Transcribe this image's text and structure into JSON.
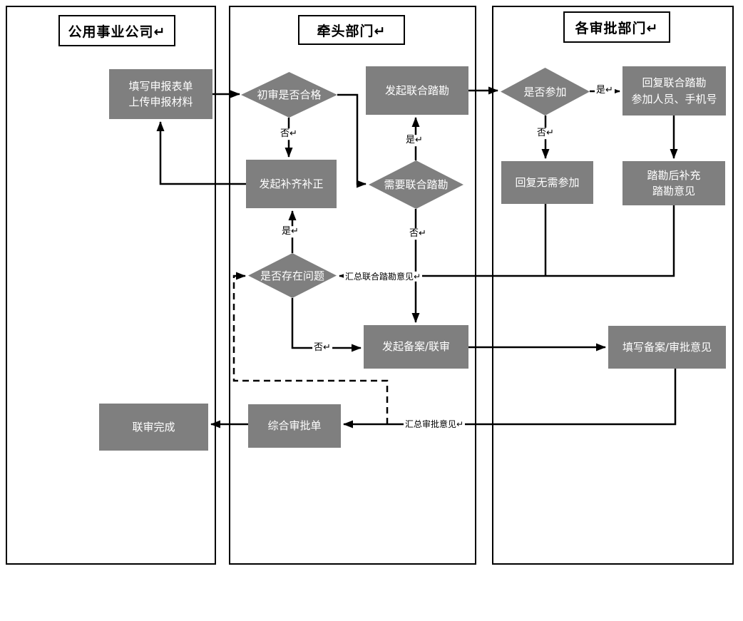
{
  "lanes": [
    {
      "title": "公用事业公司↵"
    },
    {
      "title": "牵头部门↵"
    },
    {
      "title": "各审批部门↵"
    }
  ],
  "nodes": {
    "fill_application": {
      "label": "填写申报表单\n上传申报材料"
    },
    "initial_review": {
      "label": "初审是否合格"
    },
    "request_supplement": {
      "label": "发起补齐补正"
    },
    "launch_joint_survey": {
      "label": "发起联合踏勘"
    },
    "need_joint_survey": {
      "label": "需要联合踏勘"
    },
    "problem_exists": {
      "label": "是否存在问题"
    },
    "launch_filing_review": {
      "label": "发起备案/联审"
    },
    "comprehensive_approval_form": {
      "label": "综合审批单"
    },
    "joint_review_done": {
      "label": "联审完成"
    },
    "whether_participate": {
      "label": "是否参加"
    },
    "reply_survey_participants": {
      "label": "回复联合踏勘\n参加人员、手机号"
    },
    "reply_no_participation": {
      "label": "回复无需参加"
    },
    "supplement_survey_opinion": {
      "label": "踏勘后补充\n踏勘意见"
    },
    "fill_filing_review_opinion": {
      "label": "填写备案/审批意见"
    }
  },
  "edge_labels": {
    "initial_review_no": "否↵",
    "need_survey_yes": "是↵",
    "need_survey_no": "否↵",
    "participate_yes": "是↵",
    "participate_no": "否↵",
    "problem_yes": "是↵",
    "problem_no": "否↵",
    "summarize_survey_opinion": "汇总联合踏勘意见↵",
    "summarize_review_opinion": "汇总审批意见↵"
  },
  "colors": {
    "node_fill": "#7f7f7f",
    "node_text": "#ffffff",
    "line": "#000000",
    "background": "#ffffff"
  }
}
